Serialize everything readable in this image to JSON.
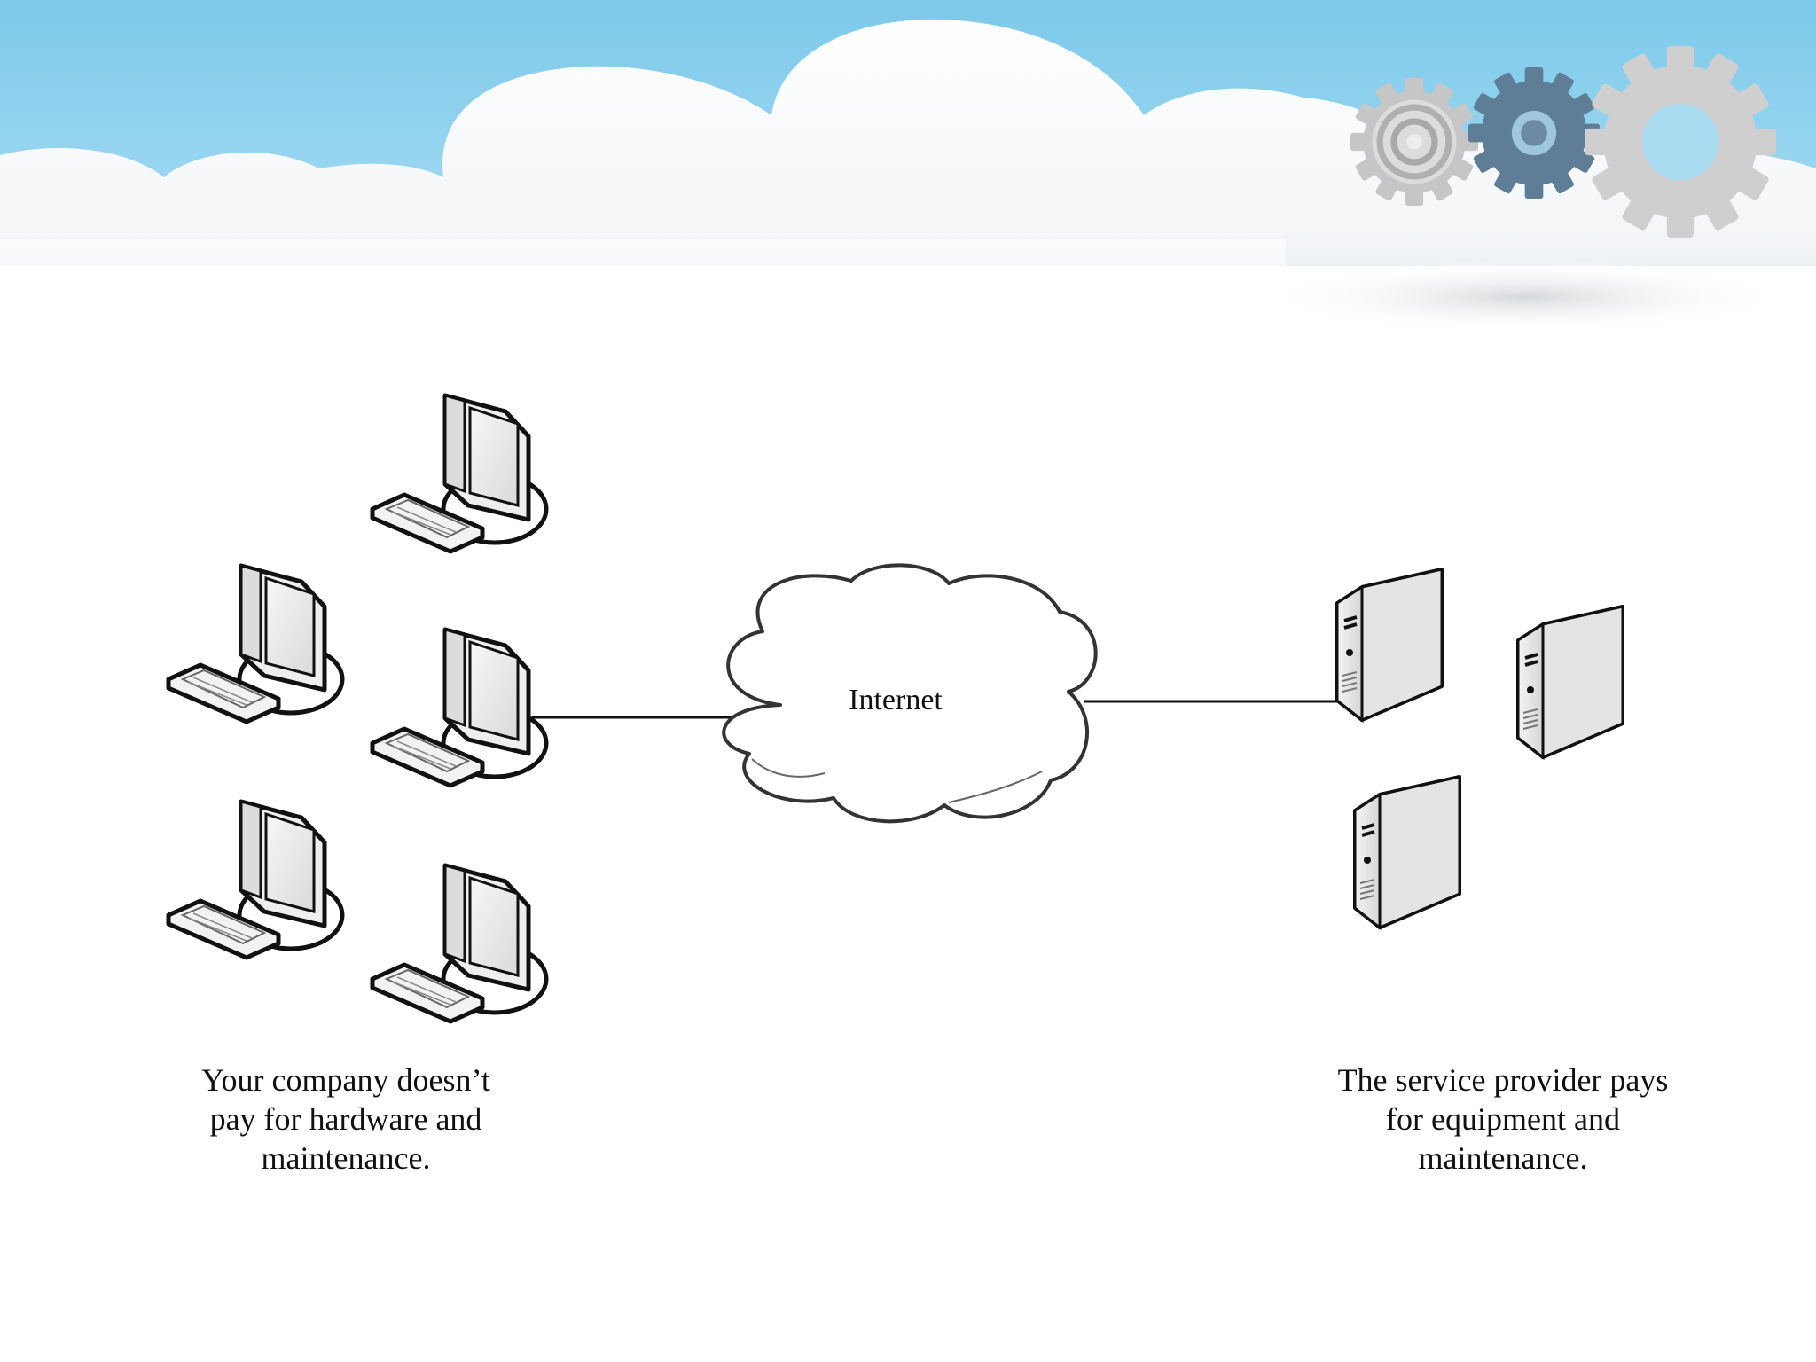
{
  "header": {
    "sky_color": "#86cfeb",
    "gear_colors": [
      "#bdbdbd",
      "#5e7d96",
      "#c8c8c8"
    ],
    "icons": [
      "cloud-banner",
      "concentric-gear-icon",
      "blue-gear-icon",
      "gray-gear-icon"
    ]
  },
  "diagram": {
    "internet_label": "Internet",
    "client_caption": "Your company doesn’t\npay for hardware and\nmaintenance.",
    "provider_caption": "The service provider pays\nfor equipment and\nmaintenance.",
    "client_icon": "desktop-computer-icon",
    "server_icon": "server-tower-icon",
    "client_count": 5,
    "server_count": 3
  }
}
